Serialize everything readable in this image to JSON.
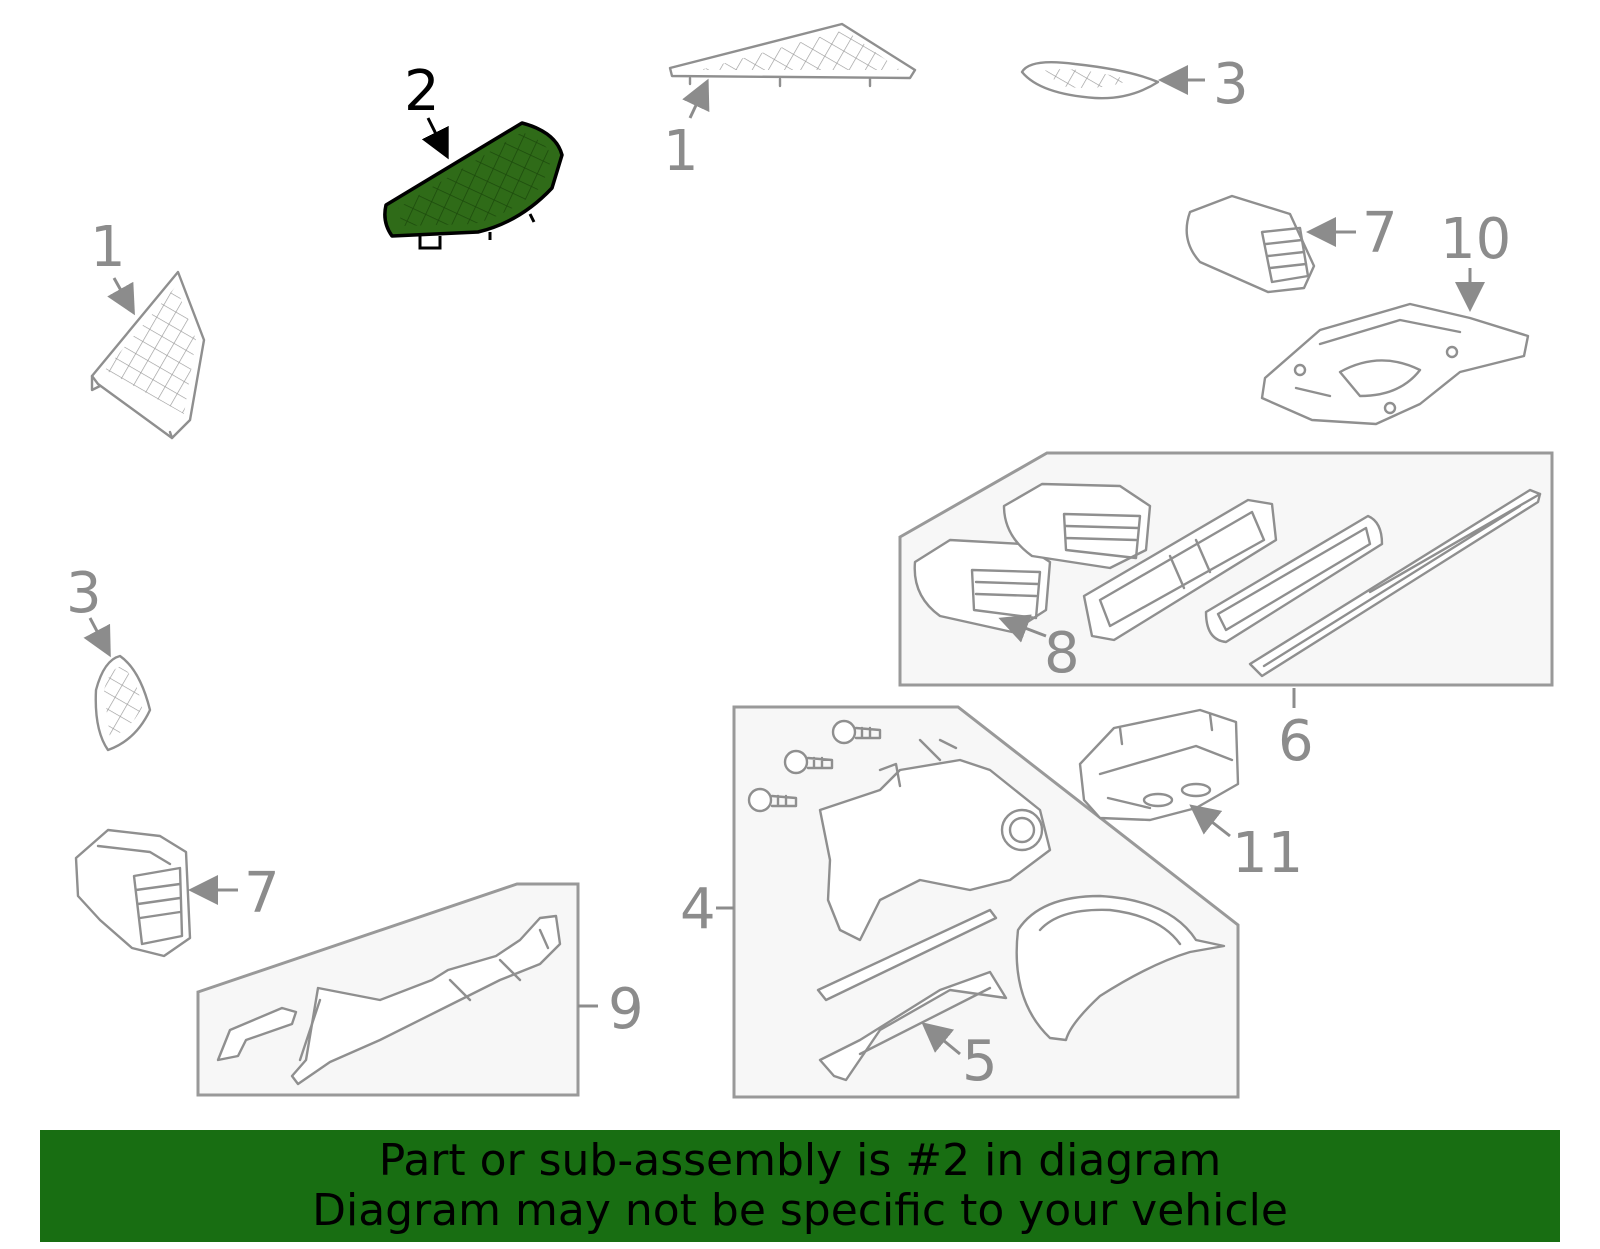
{
  "colors": {
    "highlight_fill": "#2f6b18",
    "highlight_grid": "#1c4a0c",
    "banner_bg": "#186e12",
    "banner_text": "#000000",
    "part_stroke": "#8f8f8f",
    "callout_text": "#8c8c8c",
    "group_box_fill": "#f7f7f7"
  },
  "highlighted_part": "2",
  "callouts": {
    "c1_top": "1",
    "c1_left": "1",
    "c2": "2",
    "c3_top": "3",
    "c3_left": "3",
    "c4": "4",
    "c5": "5",
    "c6": "6",
    "c7_top": "7",
    "c7_left": "7",
    "c8": "8",
    "c9": "9",
    "c10": "10",
    "c11": "11"
  },
  "banner": {
    "line1": "Part or sub-assembly is #2 in diagram",
    "line2": "Diagram may not be specific to your vehicle"
  }
}
